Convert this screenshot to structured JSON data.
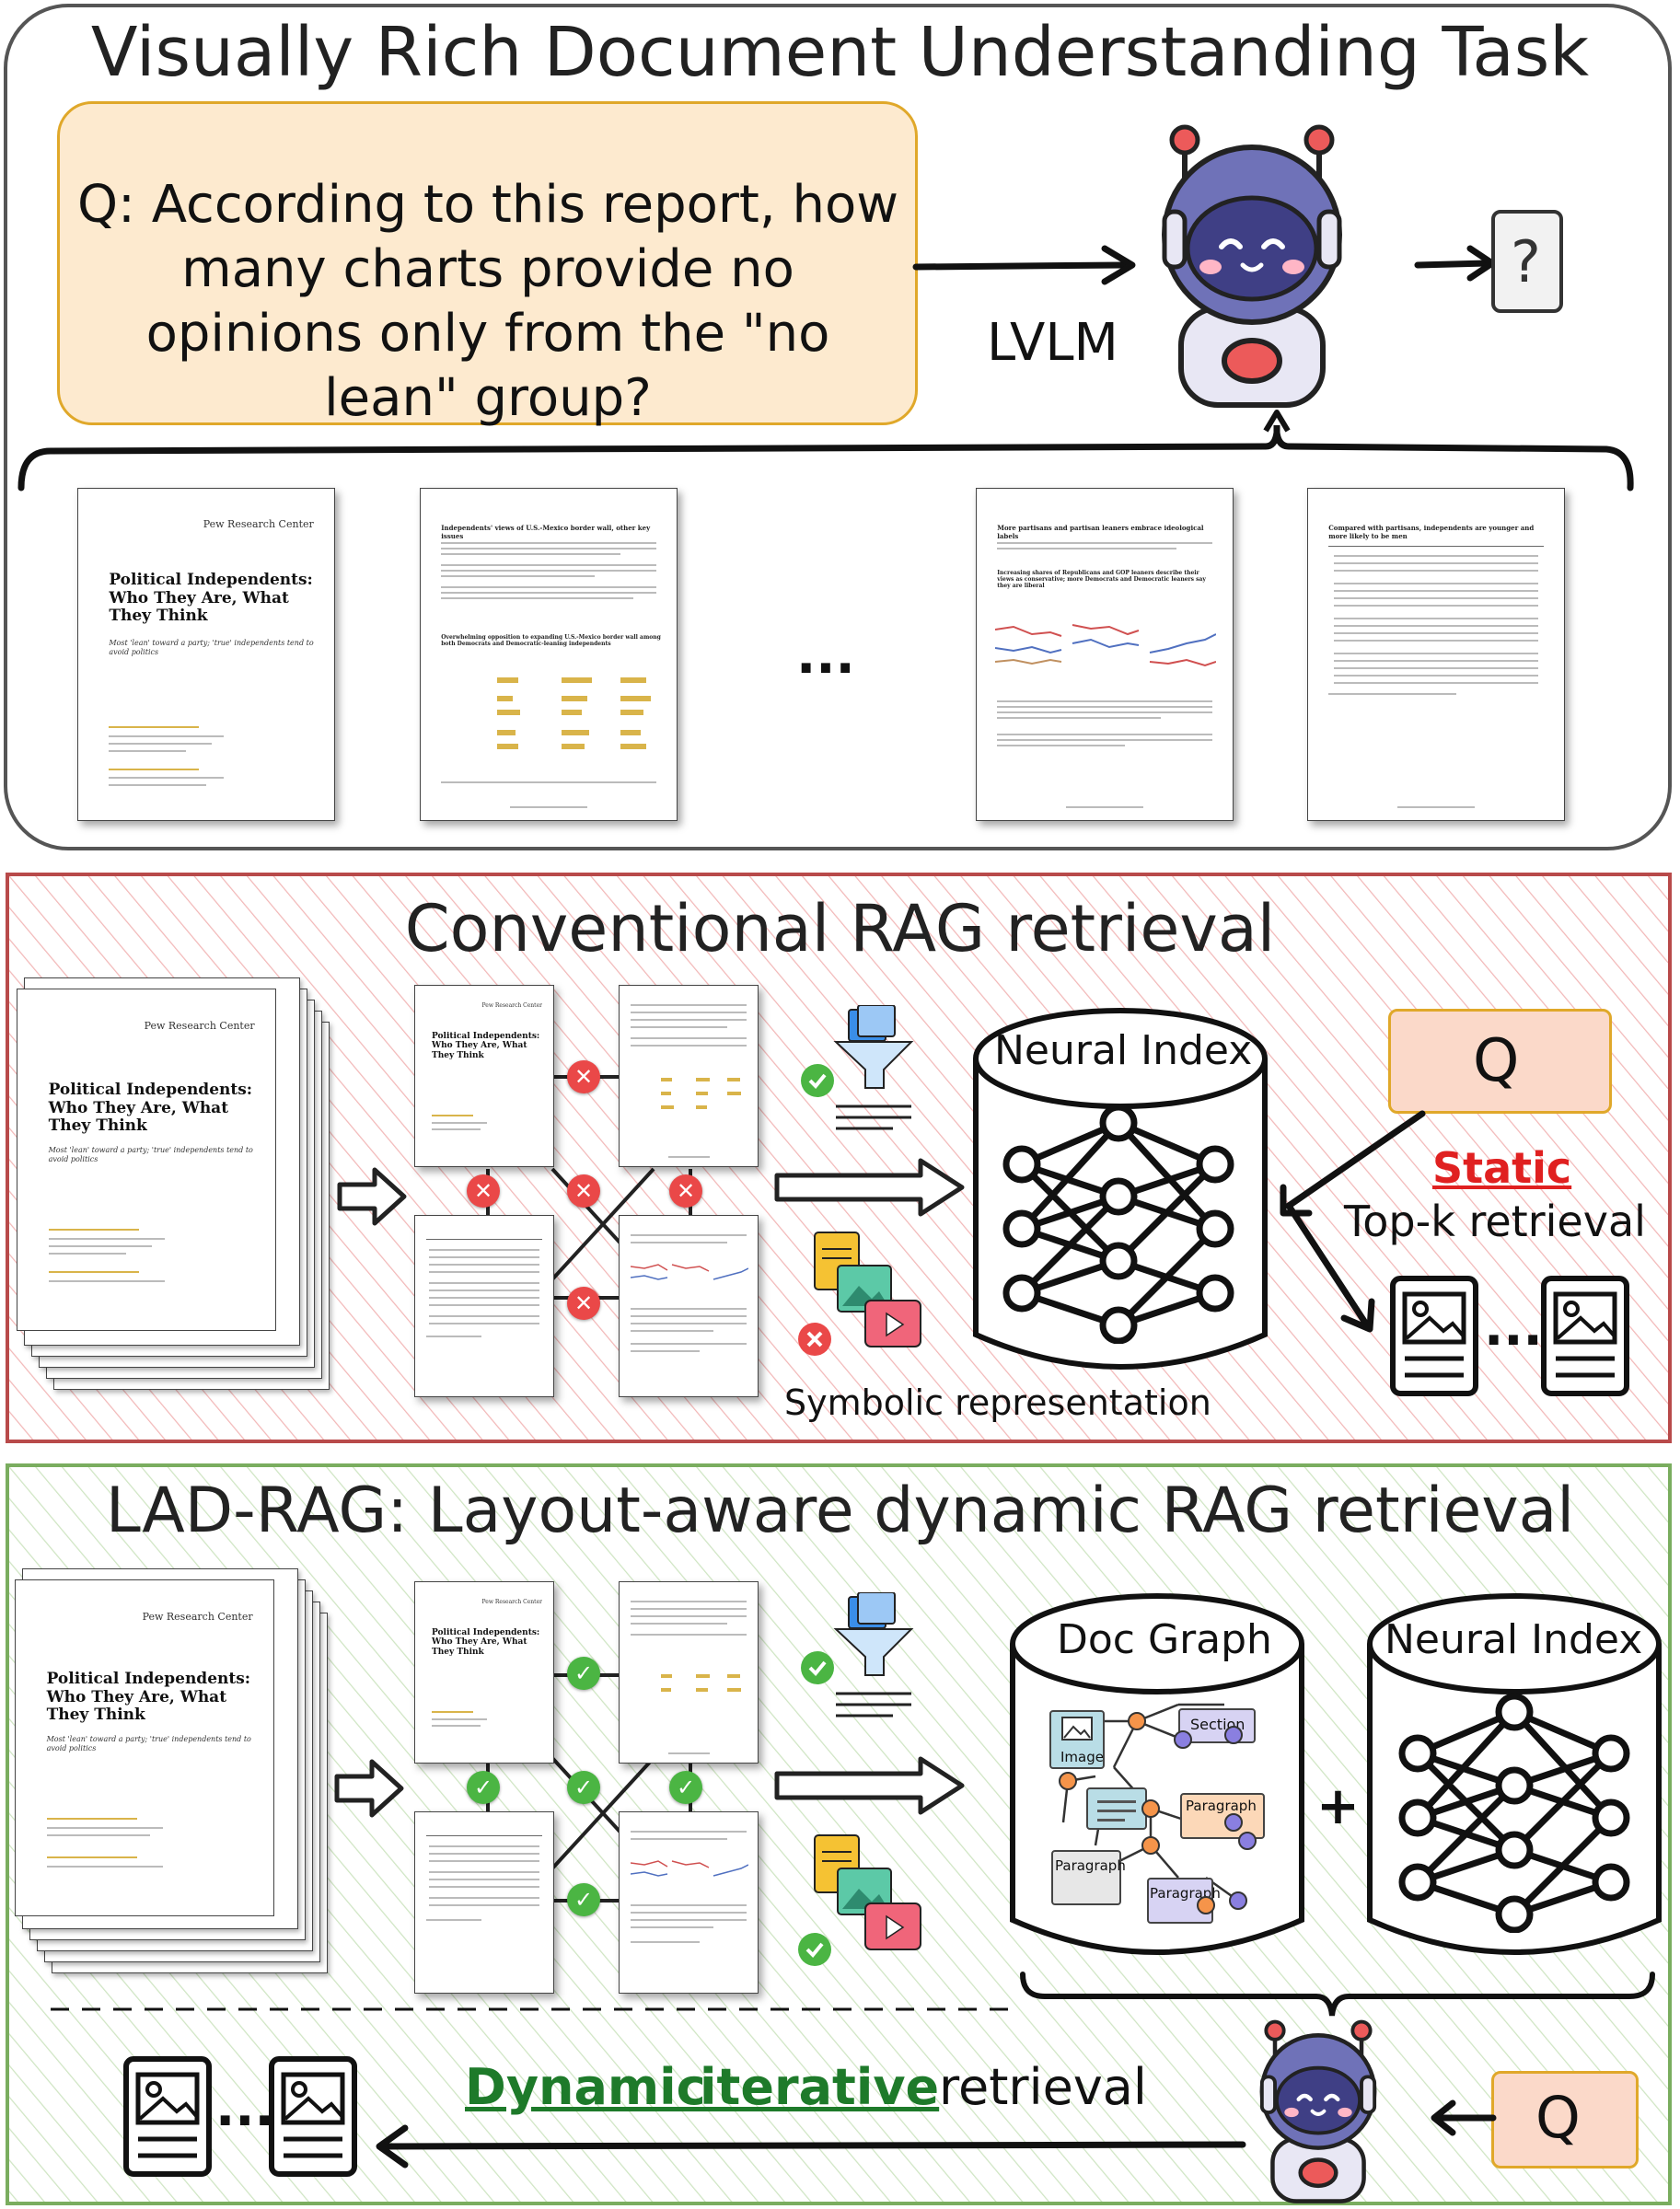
{
  "top": {
    "title": "Visually Rich Document Understanding Task",
    "question": "Q: According to this report, how many charts provide no opinions only from the \"no lean\" group?",
    "model_label": "LVLM",
    "answer_symbol": "?",
    "ellipsis": "...",
    "pages": {
      "cover_brand": "Pew Research Center",
      "cover_title": "Political Independents: Who They Are, What They Think",
      "cover_subtitle": "Most 'lean' toward a party; 'true' independents tend to avoid politics",
      "page2_heading": "Independents' views of U.S.-Mexico border wall, other key issues",
      "page2_subheading": "Overwhelming opposition to expanding U.S.-Mexico border wall among both Democrats and Democratic-leaning independents",
      "page3_heading": "More partisans and partisan leaners embrace ideological labels",
      "page3_subheading": "Increasing shares of Republicans and GOP leaners describe their views as conservative; more Democrats and Democratic leaners say they are liberal",
      "page4_heading": "Compared with partisans, independents are younger and more likely to be men"
    }
  },
  "conventional": {
    "title": "Conventional RAG retrieval",
    "neural_index_label": "Neural Index",
    "query_symbol": "Q",
    "static_label": "Static",
    "topk_label": "Top-k retrieval",
    "symbolic_label": "Symbolic representation",
    "ellipsis": "...",
    "colors": {
      "panel_border": "#b84a4a",
      "hatch": "#f2b8b8",
      "static": "#e02020",
      "cross": "#ea4848"
    }
  },
  "ladrag": {
    "title": "LAD-RAG: Layout-aware dynamic RAG retrieval",
    "doc_graph_label": "Doc Graph",
    "neural_index_label": "Neural Index",
    "plus_symbol": "+",
    "query_symbol": "Q",
    "dynamic_label": "Dynamic",
    "iterative_label": "iterative",
    "retrieval_label": "retrieval",
    "ellipsis": "...",
    "graph_nodes": {
      "image": "Image",
      "section": "Section",
      "paragraph1": "Paragraph",
      "paragraph2": "Paragraph",
      "paragraph3": "Paragraph"
    },
    "colors": {
      "panel_border": "#7aad5f",
      "hatch": "#cfe5c3",
      "dynamic": "#1e7a2a",
      "check": "#4bb543"
    }
  }
}
